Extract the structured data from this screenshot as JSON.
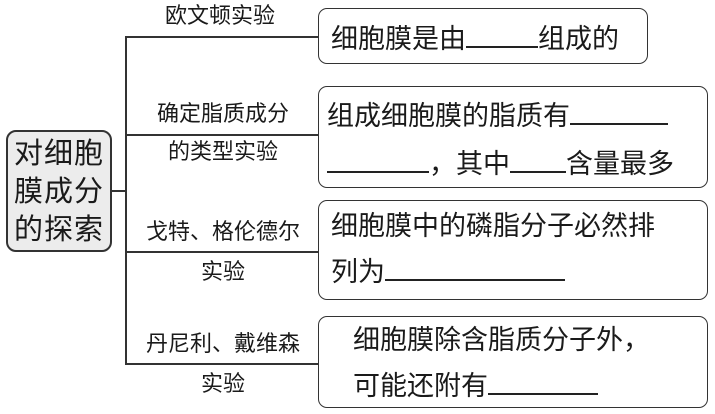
{
  "root": {
    "label": "对细胞膜成分的探索"
  },
  "branches": [
    {
      "experiment": "欧文顿实验",
      "conclusion": {
        "before": "细胞膜是由",
        "after": "组成的"
      }
    },
    {
      "experiment_line1": "确定脂质成分",
      "experiment_line2": "的类型实验",
      "conclusion": {
        "line1": "组成细胞膜的脂质有",
        "mid": "，其中",
        "end": "含量最多"
      }
    },
    {
      "experiment_line1": "戈特、格伦德尔",
      "experiment_line2": "实验",
      "conclusion": {
        "line1": "细胞膜中的磷脂分子必然排",
        "line2": "列为"
      }
    },
    {
      "experiment_line1": "丹尼利、戴维森",
      "experiment_line2": "实验",
      "conclusion": {
        "line1": "细胞膜除含脂质分子外，",
        "line2": "可能还附有"
      }
    }
  ]
}
